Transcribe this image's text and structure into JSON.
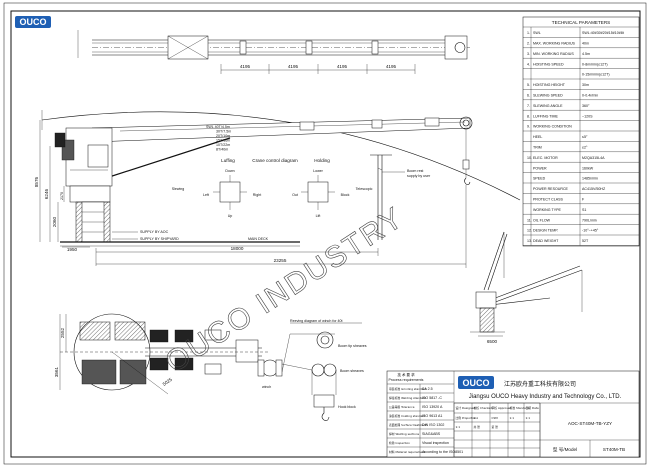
{
  "tech": {
    "title": "TECHNICAL PARAMETERS",
    "rows": [
      {
        "no": "1.",
        "name": "SWL",
        "value": "SWL:40t/30t/20t/15t/10t/8t"
      },
      {
        "no": "2.",
        "name": "MAX. WORKING RADIUS",
        "value": "40m"
      },
      {
        "no": "3.",
        "name": "MIN. WORKING RADIUS",
        "value": "4.5m"
      },
      {
        "no": "4.",
        "name": "HOISTING SPEED",
        "value": "0-8m/min(≤12T)"
      },
      {
        "no": "",
        "name": "",
        "value": "0-15m/min(≤12T)"
      },
      {
        "no": "5.",
        "name": "HOISTING HEIGHT",
        "value": "30m"
      },
      {
        "no": "6.",
        "name": "SLEWING SPEED",
        "value": "0-0.4r/min"
      },
      {
        "no": "7.",
        "name": "SLEWING ANGLE",
        "value": "360°"
      },
      {
        "no": "8.",
        "name": "LUFFING TIME",
        "value": "~120S"
      },
      {
        "no": "9.",
        "name": "WORKING CONDITION",
        "value": ""
      },
      {
        "no": "",
        "name": "HEEL",
        "value": "≤5°"
      },
      {
        "no": "",
        "name": "TRIM",
        "value": "≤2°"
      },
      {
        "no": "10.",
        "name": "ELEC. MOTOR",
        "value": "M2QA315L4A"
      },
      {
        "no": "",
        "name": "POWER",
        "value": "160kW"
      },
      {
        "no": "",
        "name": "SPEED",
        "value": "1485r/min"
      },
      {
        "no": "",
        "name": "POWER RESOURCE",
        "value": "AC415V/50HZ"
      },
      {
        "no": "",
        "name": "PROTECT CLASS",
        "value": "F"
      },
      {
        "no": "",
        "name": "WORKING TYPE",
        "value": "S1"
      },
      {
        "no": "11.",
        "name": "OIL FLOW",
        "value": "790L/min"
      },
      {
        "no": "12.",
        "name": "DESIGN TEMP.",
        "value": "-10°~+45°"
      },
      {
        "no": "13.",
        "name": "DEAD WEIGHT",
        "value": "52T"
      }
    ]
  },
  "logo": {
    "text": "OUCO",
    "color": "#1e5fb4"
  },
  "dims": {
    "seg1": "4195",
    "seg2": "4195",
    "seg3": "4195",
    "seg4": "4195",
    "d_18000": "18000",
    "d_23255": "23255",
    "d_8576": "8576",
    "d_6246": "6246",
    "d_2060": "2060",
    "d_2170": "2170",
    "d_1950": "1950",
    "d_2552": "2552",
    "d_3561": "3561",
    "d_5025": "5025",
    "d_6500": "6500"
  },
  "labels": {
    "luffing": "Luffing",
    "crane_diagram": "Crane control diagram",
    "hoisting": "Holding",
    "down": "Down",
    "up": "Up",
    "left": "Left",
    "right": "Right",
    "out": "Out",
    "lower": "Lower",
    "lift": "Lift",
    "block": "Block",
    "slewing": "Slewing",
    "telescopic": "Telescopic",
    "boom_rest": "Boom rest",
    "boom_rest2": "supply by user",
    "supply_aoc": "SUPPLY BY AOC",
    "supply_shipyard": "SUPPLY BY SHIPYARD",
    "main_deck": "MAIN DECK",
    "load_chart": "SWL 40T/4.5m\n30T/7.5m\n20T/10m\n15T/16m\n10T/22m\n8T/40m",
    "reeving": "Reeving diagram of winch for 40t",
    "boom_tip": "Boom tip sheaves",
    "boom_sheaves": "Boom sheaves",
    "winch": "winch",
    "hook_block": "Hook block",
    "watermark": "OUCO INDUSTRY"
  },
  "titleblock": {
    "company_cn": "江苏欧舟重工科技有限公司",
    "company_en": "Jiangsu OUCO Heavy Industry and Technology Co., LTD.",
    "drawing_no": "AOC-ST40M-TB-YZY",
    "model_label": "型 号/Model",
    "model": "ST40M-TB",
    "process_cn": "技 术 要 求",
    "process_en": "Process requirements",
    "rows": [
      {
        "l": "吊装标准 Grinding standard",
        "v": "SA 2.5"
      },
      {
        "l": "焊接标准 Welding standard",
        "v": "ISO 5817 -C"
      },
      {
        "l": "公差等级 Tolerance",
        "v": "ISO 13920 A"
      },
      {
        "l": "涂装标准 Coating standard",
        "v": "ISO 9613 A1"
      },
      {
        "l": "表面处理 Surface treatment",
        "v": "DIN ISO 1302"
      },
      {
        "l": "焊材 Welding sections",
        "v": "SIAG&ABS"
      },
      {
        "l": "检验 Inspection",
        "v": "Visual inspection"
      },
      {
        "l": "材料 Material requirement",
        "v": "According to the ISO8501"
      }
    ],
    "grid": [
      "设计 Designed",
      "校核 Checked",
      "审核 Approved",
      "标准 Standard",
      "日期 Date",
      "比例 Proportion",
      "1:1",
      "CSM",
      "1:1",
      "1:1",
      "1:1",
      "共 张",
      "第 张"
    ]
  }
}
